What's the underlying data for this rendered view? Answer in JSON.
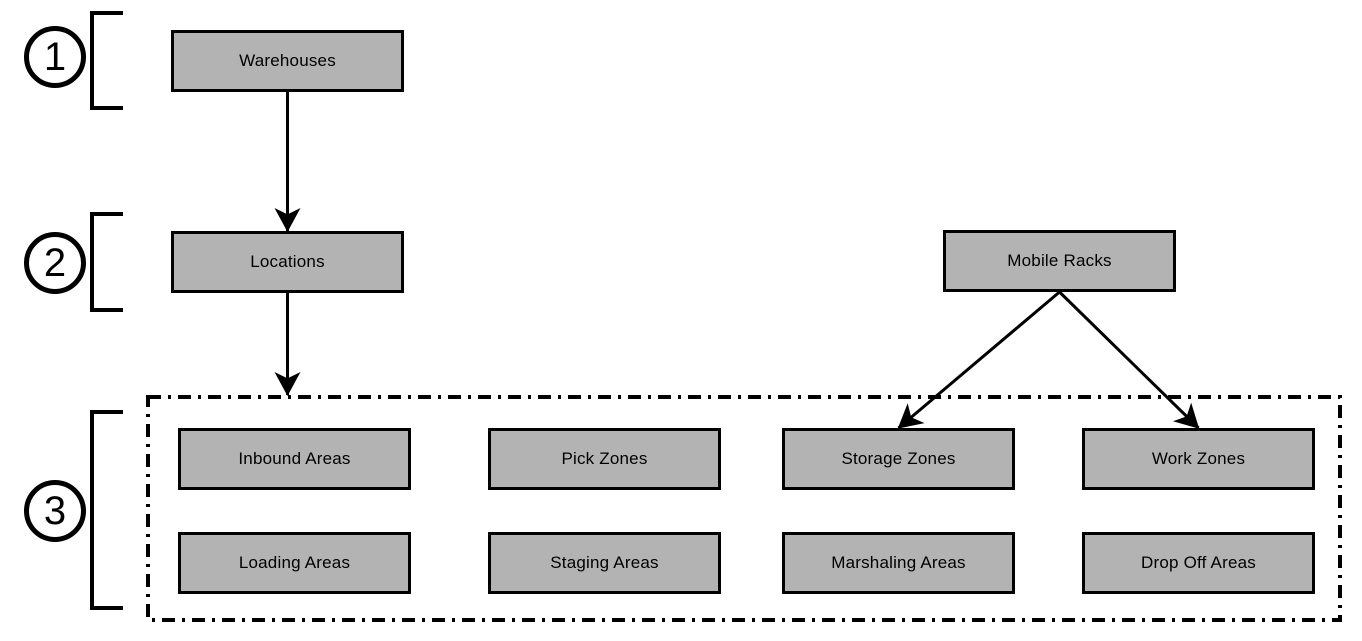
{
  "levels": [
    {
      "number": "1"
    },
    {
      "number": "2"
    },
    {
      "number": "3"
    }
  ],
  "nodes": {
    "warehouses": {
      "label": "Warehouses"
    },
    "locations": {
      "label": "Locations"
    },
    "mobile_racks": {
      "label": "Mobile Racks"
    },
    "inbound_areas": {
      "label": "Inbound Areas"
    },
    "pick_zones": {
      "label": "Pick Zones"
    },
    "storage_zones": {
      "label": "Storage Zones"
    },
    "work_zones": {
      "label": "Work Zones"
    },
    "loading_areas": {
      "label": "Loading Areas"
    },
    "staging_areas": {
      "label": "Staging Areas"
    },
    "marshaling_areas": {
      "label": "Marshaling Areas"
    },
    "drop_off_areas": {
      "label": "Drop Off Areas"
    }
  },
  "edges": [
    {
      "from": "warehouses",
      "to": "locations"
    },
    {
      "from": "locations",
      "to": "zones_container"
    },
    {
      "from": "mobile_racks",
      "to": "storage_zones"
    },
    {
      "from": "mobile_racks",
      "to": "work_zones"
    }
  ],
  "colors": {
    "node_fill": "#b3b3b3",
    "node_border": "#000000",
    "line": "#000000",
    "background": "#ffffff"
  }
}
